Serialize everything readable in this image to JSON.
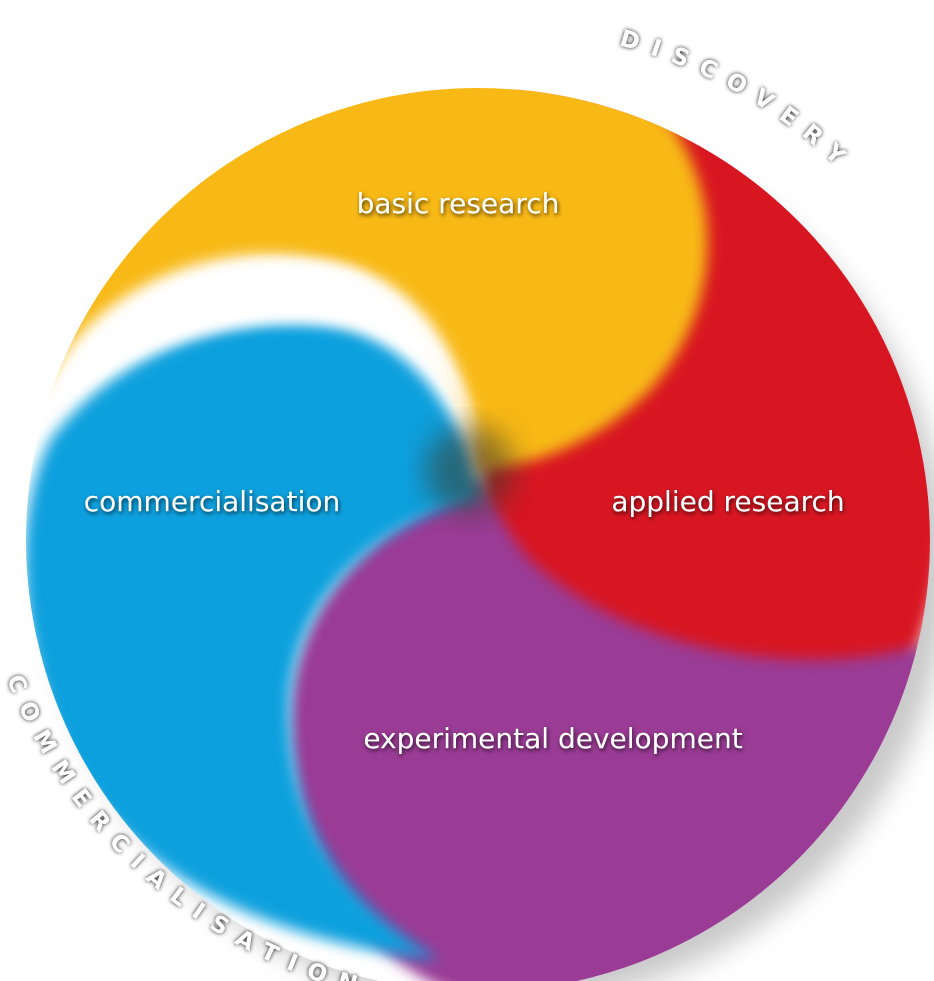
{
  "segments": {
    "basic_research": {
      "label": "basic research",
      "color": "#f8b919"
    },
    "applied_research": {
      "label": "applied research",
      "color": "#d81920"
    },
    "experimental_development": {
      "label": "experimental development",
      "color": "#9a3a95"
    },
    "commercialisation": {
      "label": "commercialisation",
      "color": "#0ca0de"
    }
  },
  "outer_labels": {
    "discovery": "DISCOVERY",
    "commercialisation": "COMMERCIALISATION"
  }
}
